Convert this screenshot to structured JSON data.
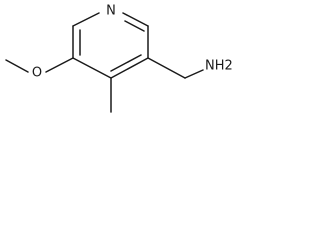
{
  "atoms": {
    "ring_nitrogen": "N",
    "methoxy_oxygen": "O",
    "amine": "NH2"
  }
}
